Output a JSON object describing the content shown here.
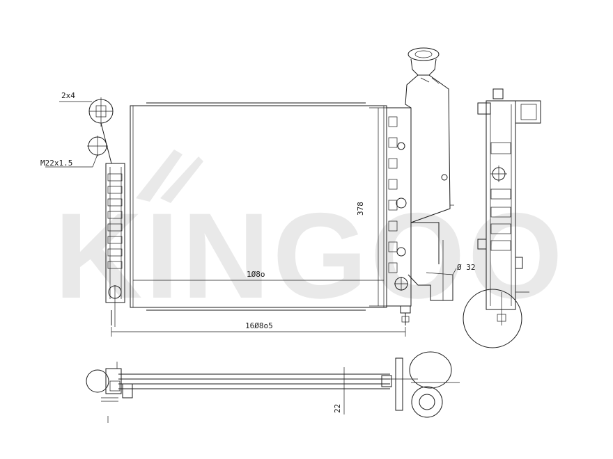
{
  "watermark": {
    "text": "KINGOO"
  },
  "dimensions": {
    "connector_size": "2x4",
    "thread": "M22x1.5",
    "core_width": "1Ø8o",
    "total_width": "16Ø8o5",
    "height": "378",
    "diameter": "Ø 32",
    "thickness": "22"
  }
}
